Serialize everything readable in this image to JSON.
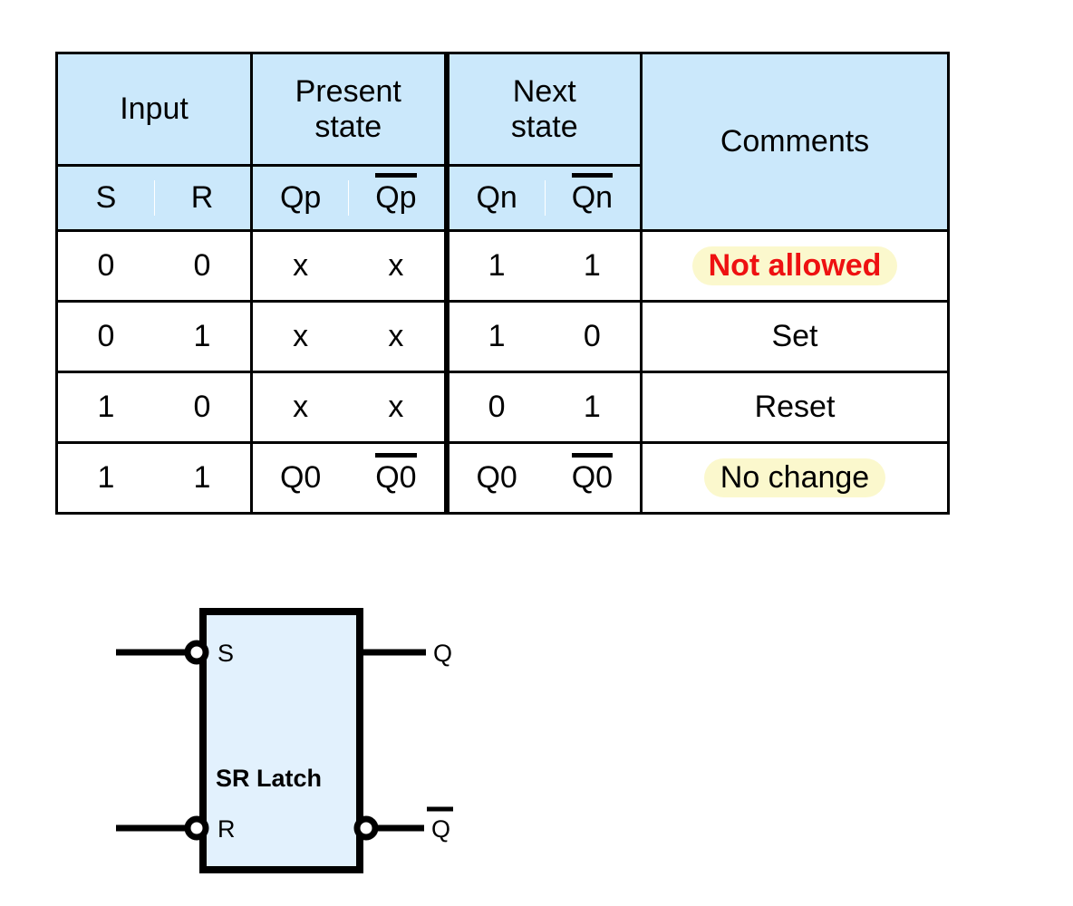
{
  "table": {
    "group_headers": [
      {
        "label": "Input",
        "span": 2
      },
      {
        "label": "Present\nstate",
        "span": 2
      },
      {
        "label": "Next\nstate",
        "span": 2
      },
      {
        "label": "Comments",
        "span": 1
      }
    ],
    "group_header_labels": {
      "input": "Input",
      "present_state_line1": "Present",
      "present_state_line2": "state",
      "next_state_line1": "Next",
      "next_state_line2": "state",
      "comments": "Comments"
    },
    "sub_headers": {
      "s": "S",
      "r": "R",
      "qp": "Qp",
      "qp_bar": "Qp",
      "qn": "Qn",
      "qn_bar": "Qn"
    },
    "rows": [
      {
        "s": "0",
        "r": "0",
        "qp": "x",
        "qp_bar": "x",
        "qn": "1",
        "qn_bar": "1",
        "comment": "Not allowed",
        "comment_style": "red-bold-highlight"
      },
      {
        "s": "0",
        "r": "1",
        "qp": "x",
        "qp_bar": "x",
        "qn": "1",
        "qn_bar": "0",
        "comment": "Set",
        "comment_style": "plain"
      },
      {
        "s": "1",
        "r": "0",
        "qp": "x",
        "qp_bar": "x",
        "qn": "0",
        "qn_bar": "1",
        "comment": "Reset",
        "comment_style": "plain"
      },
      {
        "s": "1",
        "r": "1",
        "qp": "Q0",
        "qp_bar": "Q0",
        "qn": "Q0",
        "qn_bar": "Q0",
        "comment": "No change",
        "comment_style": "highlight"
      }
    ]
  },
  "diagram": {
    "block_label": "SR Latch",
    "inputs": [
      {
        "name": "S",
        "label": "S",
        "inverted": true
      },
      {
        "name": "R",
        "label": "R",
        "inverted": true
      }
    ],
    "outputs": [
      {
        "name": "Q",
        "label": "Q",
        "inverted": false,
        "overline": false
      },
      {
        "name": "Qbar",
        "label": "Q",
        "inverted": true,
        "overline": true
      }
    ]
  },
  "colors": {
    "header_blue": "#cbe8fb",
    "block_fill": "#e2f1fd",
    "highlight_yellow": "#fbf8cd",
    "alert_red": "#ee1111",
    "line_black": "#000000"
  }
}
